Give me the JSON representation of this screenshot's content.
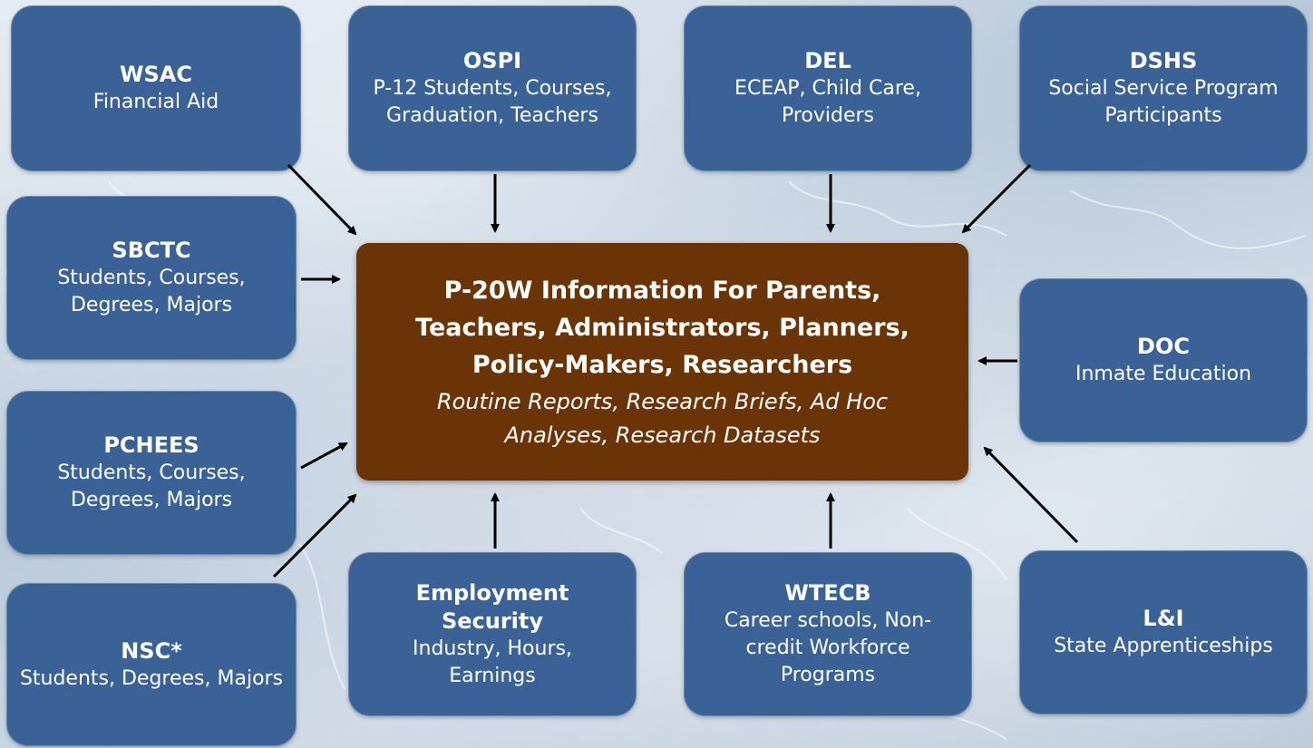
{
  "center": {
    "title": "P-20W Information For Parents, Teachers, Administrators, Planners, Policy-Makers, Researchers",
    "subtitle": "Routine Reports, Research Briefs, Ad Hoc Analyses, Research Datasets"
  },
  "sources": {
    "wsac": {
      "name": "WSAC",
      "desc": "Financial Aid"
    },
    "ospi": {
      "name": "OSPI",
      "desc": "P-12 Students, Courses, Graduation, Teachers"
    },
    "del": {
      "name": "DEL",
      "desc": "ECEAP, Child Care, Providers"
    },
    "dshs": {
      "name": "DSHS",
      "desc": "Social Service Program Participants"
    },
    "sbctc": {
      "name": "SBCTC",
      "desc": "Students, Courses, Degrees, Majors"
    },
    "doc": {
      "name": "DOC",
      "desc": "Inmate Education"
    },
    "pchees": {
      "name": "PCHEES",
      "desc": "Students, Courses, Degrees, Majors"
    },
    "nsc": {
      "name": "NSC*",
      "desc": "Students, Degrees, Majors"
    },
    "esd": {
      "name": "Employment Security",
      "desc": "Industry, Hours, Earnings"
    },
    "wtecb": {
      "name": "WTECB",
      "desc": "Career schools, Non-credit Workforce Programs"
    },
    "lni": {
      "name": "L&I",
      "desc": "State Apprenticeships"
    }
  },
  "colors": {
    "source_box": "#3a6296",
    "center_box": "#6a3406",
    "arrow": "#000000"
  }
}
